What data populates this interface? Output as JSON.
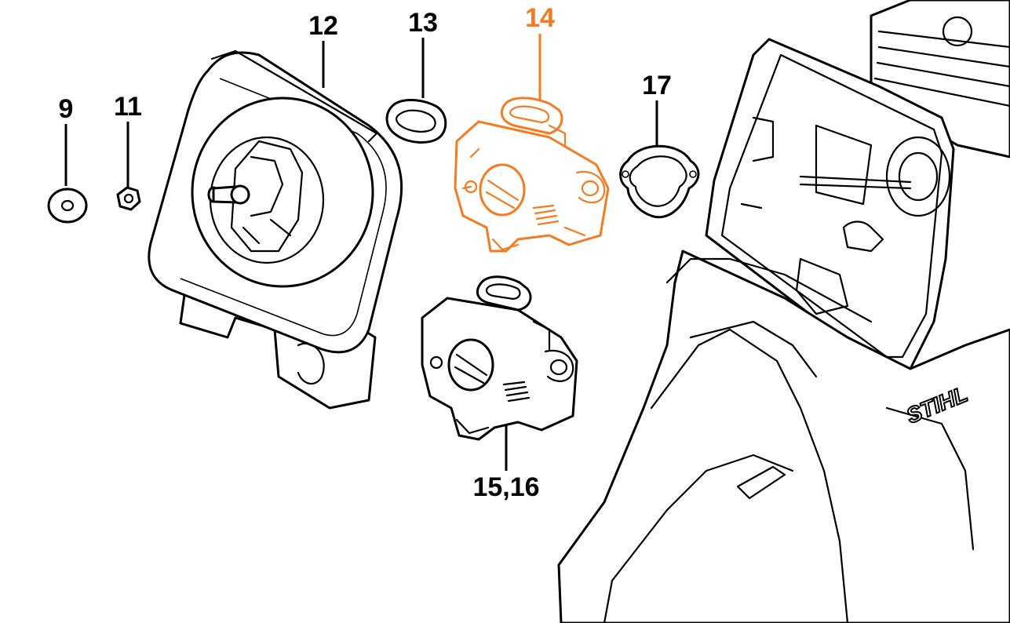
{
  "colors": {
    "highlight": "#f47b20",
    "ink": "#000000",
    "background": "#ffffff"
  },
  "callouts": {
    "part9": {
      "label": "9",
      "highlighted": false
    },
    "part11": {
      "label": "11",
      "highlighted": false
    },
    "part12": {
      "label": "12",
      "highlighted": false
    },
    "part13": {
      "label": "13",
      "highlighted": false
    },
    "part14": {
      "label": "14",
      "highlighted": true
    },
    "part15_16": {
      "label": "15,16",
      "highlighted": false
    },
    "part17": {
      "label": "17",
      "highlighted": false
    }
  },
  "housing": {
    "brand": "STIHL"
  }
}
